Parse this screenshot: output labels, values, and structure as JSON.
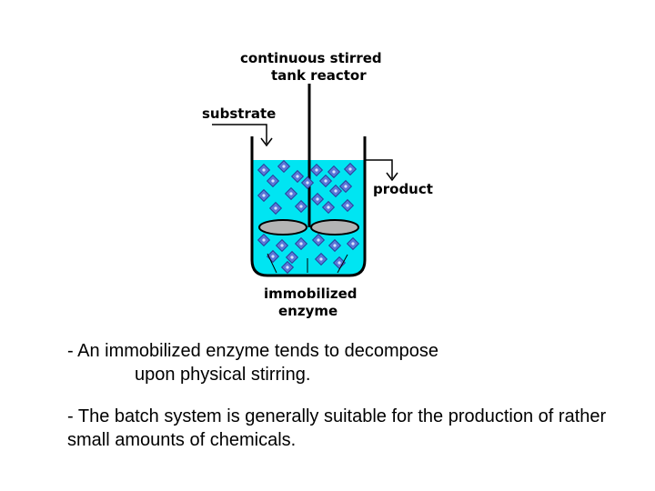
{
  "diagram": {
    "labels": {
      "reactor_line1": "continuous stirred",
      "reactor_line2": "tank reactor",
      "substrate": "substrate",
      "product": "product",
      "enzyme_line1": "immobilized",
      "enzyme_line2": "enzyme"
    },
    "colors": {
      "liquid": "#00e5f2",
      "bead": "#5a78d8",
      "bead_outline": "#2a3f9a",
      "impeller": "#b4b4b4",
      "outline": "#000000"
    }
  },
  "notes": {
    "note1_line1": "- An immobilized enzyme tends to decompose",
    "note1_line2": "upon physical stirring.",
    "note2": "- The batch system is generally suitable for the production of rather small amounts of chemicals."
  }
}
